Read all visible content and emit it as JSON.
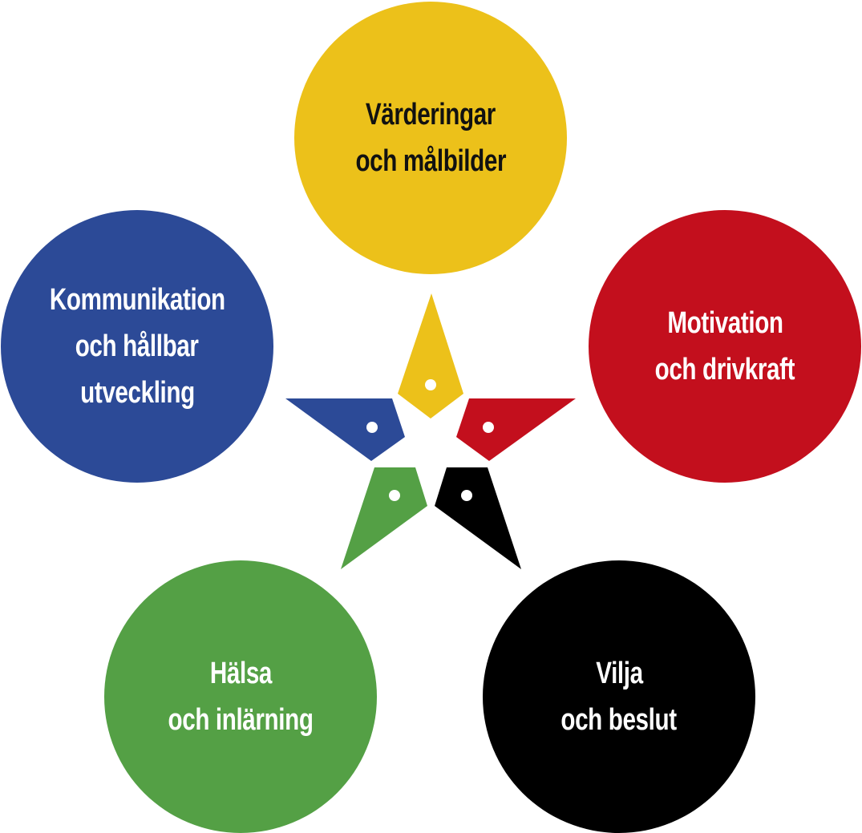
{
  "nodes": [
    {
      "id": "values",
      "lines": [
        "Värderingar",
        "och målbilder"
      ],
      "color": "#ecc11a"
    },
    {
      "id": "motivation",
      "lines": [
        "Motivation",
        "och drivkraft"
      ],
      "color": "#c30f1d"
    },
    {
      "id": "will",
      "lines": [
        "Vilja",
        "och beslut"
      ],
      "color": "#000000"
    },
    {
      "id": "health",
      "lines": [
        "Hälsa",
        "och inlärning"
      ],
      "color": "#54a045"
    },
    {
      "id": "communication",
      "lines": [
        "Kommunikation",
        "och hållbar",
        "utveckling"
      ],
      "color": "#2c4a97"
    }
  ]
}
